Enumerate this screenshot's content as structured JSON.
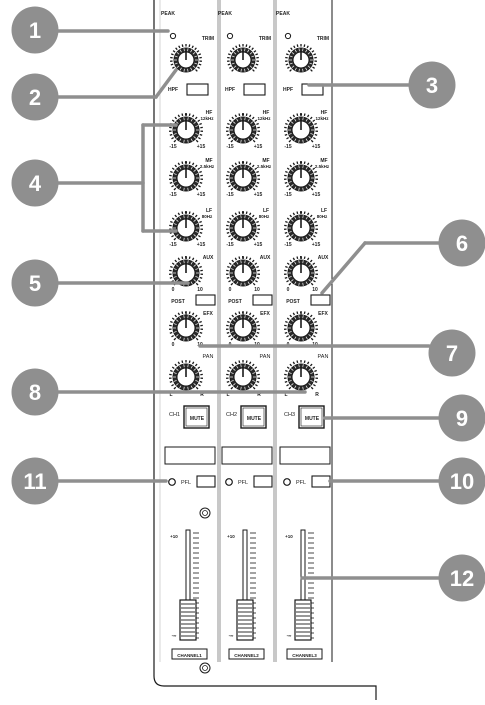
{
  "colors": {
    "callout": "#8f8f8f",
    "ink": "#1a1a1a",
    "panel": "#ffffff"
  },
  "channel_strip": {
    "peak_label": "PEAK",
    "trim_label": "TRIM",
    "hpf_label": "HPF",
    "eq": [
      {
        "band": "HF",
        "freq": "12kHz"
      },
      {
        "band": "MF",
        "freq": "2.5kHz"
      },
      {
        "band": "LF",
        "freq": "80Hz"
      }
    ],
    "eq_min": "-15",
    "eq_max": "+15",
    "eq_center": "0",
    "aux_label": "AUX",
    "aux_mid": "5",
    "aux_min": "0",
    "aux_max": "10",
    "post_label": "POST",
    "efx_label": "EFX",
    "pan_label": "PAN",
    "pan_left": "L",
    "pan_right": "R",
    "mute_label": "MUTE",
    "pfl_label": "PFL",
    "fader_top": "+10",
    "fader_bottom": "-∞"
  },
  "channels": [
    {
      "id": "CH1",
      "name": "CHANNEL1"
    },
    {
      "id": "CH2",
      "name": "CHANNEL2"
    },
    {
      "id": "CH3",
      "name": "CHANNEL3"
    }
  ],
  "callouts": [
    {
      "number": "1"
    },
    {
      "number": "2"
    },
    {
      "number": "3"
    },
    {
      "number": "4"
    },
    {
      "number": "5"
    },
    {
      "number": "6"
    },
    {
      "number": "7"
    },
    {
      "number": "8"
    },
    {
      "number": "9"
    },
    {
      "number": "10"
    },
    {
      "number": "11"
    },
    {
      "number": "12"
    }
  ]
}
